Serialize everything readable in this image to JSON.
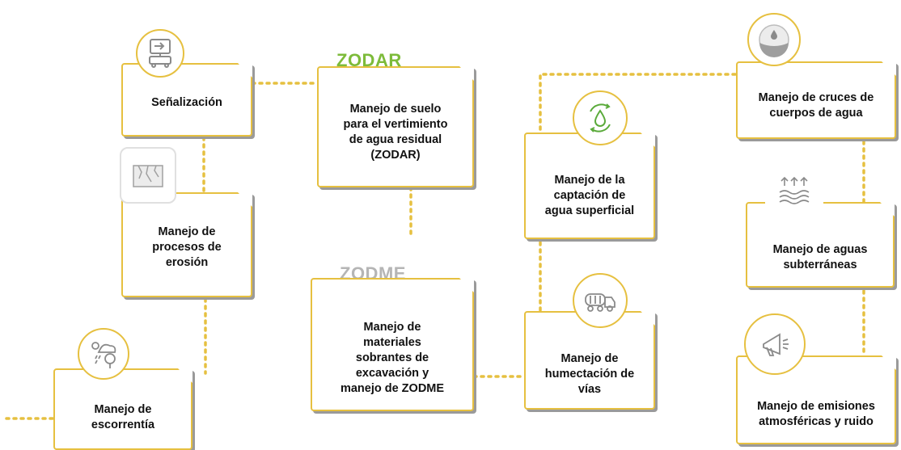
{
  "nodes": {
    "senalizacion": "Señalización",
    "erosion": "Manejo de\nprocesos de\nerosión",
    "escorrentia": "Manejo de\nescorrentía",
    "suelo": "Manejo de suelo\npara el vertimiento\nde agua residual\n(ZODAR)",
    "materiales": "Manejo de\nmateriales\nsobrantes de\nexcavación y\nmanejo de ZODME",
    "captacion": "Manejo de la\ncaptación de\nagua superficial",
    "humectacion": "Manejo de\nhumectación de\nvías",
    "cruces": "Manejo de cruces de\ncuerpos de agua",
    "subterraneas": "Manejo de aguas\nsubterráneas",
    "emisiones": "Manejo de emisiones\natmosféricas y ruido"
  },
  "logos": {
    "zodar": "ZODAR",
    "zodme": "ZODME"
  },
  "colors": {
    "accent": "#e6c040",
    "zodar": "#7dbb3a",
    "zodme": "#b5b5b5",
    "shadow": "#9a9a9a"
  },
  "icons": {
    "senalizacion": "road-sign-icon",
    "erosion": "eroded-ground-icon",
    "escorrentia": "rain-tree-icon",
    "captacion": "water-cycle-drop-icon",
    "humectacion": "water-truck-icon",
    "cruces": "water-drop-wave-icon",
    "subterraneas": "groundwater-arrows-icon",
    "emisiones": "megaphone-icon"
  }
}
